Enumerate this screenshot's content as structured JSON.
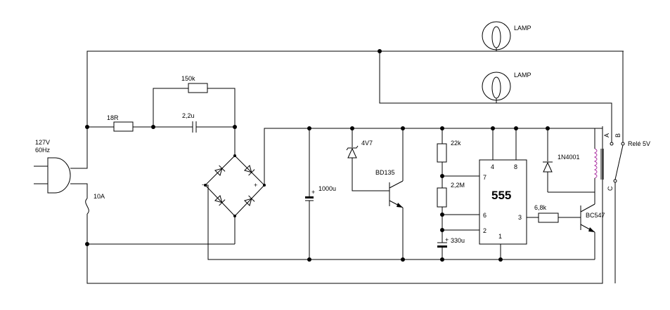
{
  "source": {
    "label": "127V\n60Hz",
    "line1": "127V",
    "line2": "60Hz"
  },
  "fuse": {
    "label": "10A"
  },
  "resistors": {
    "r_series": "18R",
    "r_parallel": "150k",
    "r_22k": "22k",
    "r_2m2": "2,2M",
    "r_base": "6,8k"
  },
  "capacitors": {
    "c_series": "2,2u",
    "c_filter": "1000u",
    "c_timing": "330u"
  },
  "diodes": {
    "zener": "4V7",
    "flyback": "1N4001"
  },
  "transistors": {
    "pass": "BD135",
    "driver": "BC547"
  },
  "timer": {
    "name": "555",
    "pin4": "4",
    "pin8": "8",
    "pin7": "7",
    "pin6": "6",
    "pin2": "2",
    "pin3": "3",
    "pin1": "1"
  },
  "relay": {
    "label": "Relé 5V",
    "pin_a": "A",
    "pin_b": "B",
    "pin_c": "C"
  },
  "lamps": {
    "lamp1": "LAMP",
    "lamp2": "LAMP"
  },
  "bridge": {
    "plus": "+",
    "minus": "-"
  }
}
